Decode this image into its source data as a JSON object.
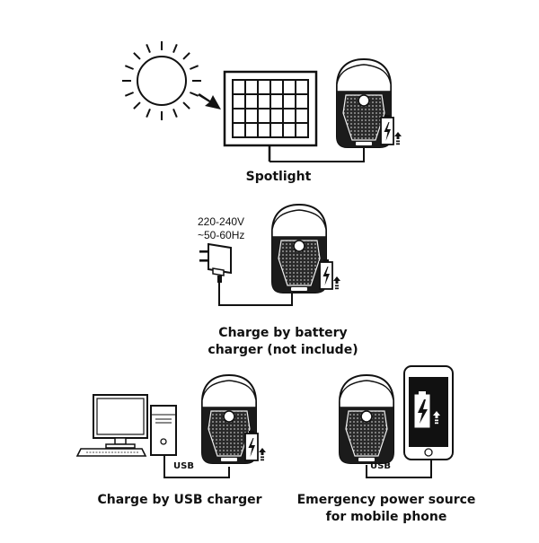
{
  "captions": {
    "solar": "Spotlight",
    "battery_charger_line1": "Charge by battery",
    "battery_charger_line2": "charger (not include)",
    "usb_charger": "Charge by USB charger",
    "power_bank_line1": "Emergency power source",
    "power_bank_line2": "for mobile phone"
  },
  "adapter_spec": {
    "voltage": "220-240V",
    "frequency": "~50-60Hz"
  },
  "labels": {
    "usb_left": "USB",
    "usb_right": "USB"
  }
}
